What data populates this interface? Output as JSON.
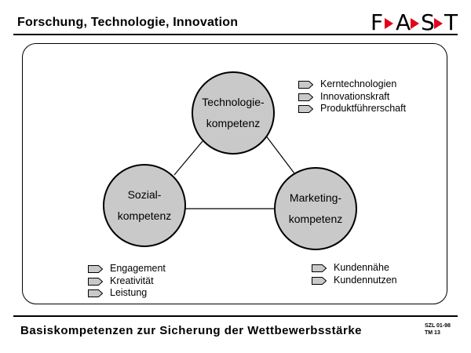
{
  "header": {
    "title": "Forschung, Technologie, Innovation",
    "logo_letters": [
      "F",
      "A",
      "S",
      "T"
    ]
  },
  "diagram": {
    "nodes": {
      "technology": {
        "line1": "Technologie-",
        "line2": "kompetenz"
      },
      "social": {
        "line1": "Sozial-",
        "line2": "kompetenz"
      },
      "marketing": {
        "line1": "Marketing-",
        "line2": "kompetenz"
      }
    },
    "lists": {
      "technology": [
        "Kerntechnologien",
        "Innovationskraft",
        "Produktführerschaft"
      ],
      "social": [
        "Engagement",
        "Kreativität",
        "Leistung"
      ],
      "marketing": [
        "Kundennähe",
        "Kundennutzen"
      ]
    },
    "colors": {
      "circle_fill": "#c9c9c9",
      "arrow_red": "#e3001b"
    }
  },
  "footer": {
    "title": "Basiskompetenzen zur Sicherung der Wettbewerbsstärke",
    "ref_line1": "SZL 01-98",
    "ref_line2": "TM 13"
  }
}
